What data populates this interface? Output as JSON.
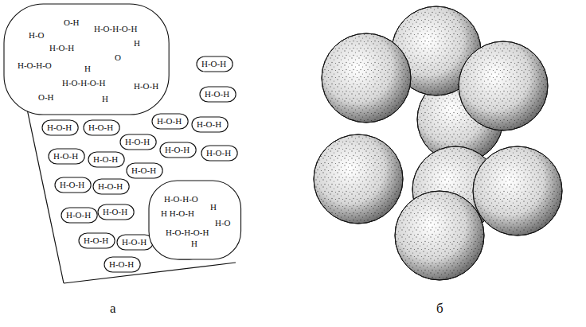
{
  "diagram": {
    "nodes": [
      {
        "text": [
          "O-H",
          "H-O-H-O-H",
          "H-O",
          "H",
          "H-O-H",
          "O",
          "H-O-H-O",
          "H",
          "H-O-H-O-H",
          "H-O-H",
          "H",
          "O-H"
        ]
      },
      {
        "text": [
          "H-O-H"
        ]
      },
      {
        "text": [
          "H-O-H"
        ]
      },
      {
        "text": [
          "H-O-H"
        ]
      },
      {
        "text": [
          "H-O-H"
        ]
      },
      {
        "text": [
          "H-O-H"
        ]
      },
      {
        "text": [
          "H-O-H"
        ]
      },
      {
        "text": [
          "H-O-H"
        ]
      },
      {
        "text": [
          "H-O-H"
        ]
      },
      {
        "text": [
          "H-O-H"
        ]
      },
      {
        "text": [
          "H-O-H"
        ]
      },
      {
        "text": [
          "H-O-H"
        ]
      },
      {
        "text": [
          "H-O-H"
        ]
      },
      {
        "text": [
          "H-O-H"
        ]
      },
      {
        "text": [
          "H-O-H"
        ]
      },
      {
        "text": [
          "H-O-H"
        ]
      },
      {
        "text": [
          "H-O-H"
        ]
      },
      {
        "text": [
          "H-O-H"
        ]
      },
      {
        "text": [
          "H-O-H"
        ]
      },
      {
        "text": [
          "H-O-H"
        ]
      },
      {
        "text": [
          "O-H"
        ]
      },
      {
        "text": [
          "H-O-H-O",
          "H",
          "H H-O-H",
          "H-O",
          "H-O-H-O-H",
          "H"
        ]
      }
    ],
    "labels": [
      "а",
      "б"
    ]
  }
}
